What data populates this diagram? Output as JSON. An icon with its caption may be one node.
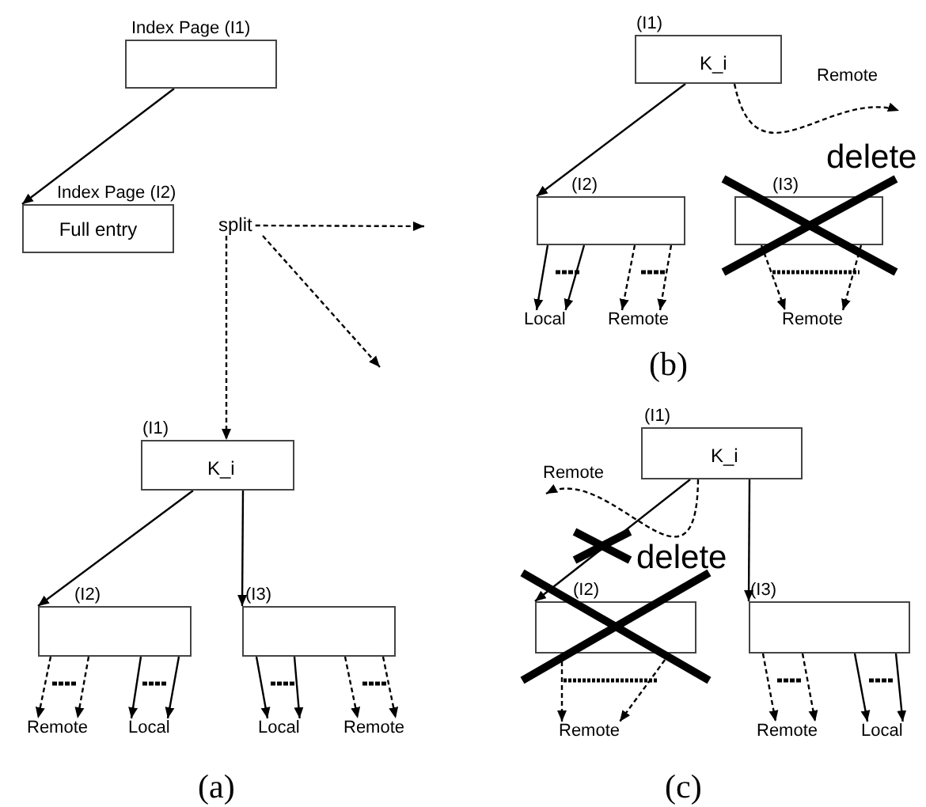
{
  "diagram": {
    "nodes": [
      {
        "text": [
          "Index Page (I1)"
        ]
      },
      {
        "text": [
          "Index Page (I2)",
          "Full entry"
        ]
      },
      {
        "text": [
          "split"
        ]
      },
      {
        "text": [
          "(I1)",
          "K_i"
        ]
      },
      {
        "text": [
          "(I2)"
        ]
      },
      {
        "text": [
          "(I3)"
        ]
      },
      {
        "text": [
          "Local"
        ]
      },
      {
        "text": [
          "Remote"
        ]
      },
      {
        "text": [
          "Remote"
        ]
      },
      {
        "text": [
          "(I1)",
          "K_i"
        ]
      },
      {
        "text": [
          "(I2)"
        ]
      },
      {
        "text": [
          "(I3)"
        ]
      },
      {
        "text": [
          "Remote"
        ]
      },
      {
        "text": [
          "Local"
        ]
      },
      {
        "text": [
          "Local"
        ]
      },
      {
        "text": [
          "Remote"
        ]
      },
      {
        "text": [
          "(I1)",
          "K_i"
        ]
      },
      {
        "text": [
          "(I2)"
        ]
      },
      {
        "text": [
          "(I3)"
        ]
      },
      {
        "text": [
          "Remote"
        ]
      },
      {
        "text": [
          "Remote"
        ]
      },
      {
        "text": [
          "Local"
        ]
      }
    ],
    "edges": [
      {
        "from": 0,
        "to": 1,
        "arrow": "to"
      },
      {
        "from": 2,
        "to": null,
        "arrow": "to",
        "style": "dashed"
      },
      {
        "from": 2,
        "to": 9,
        "arrow": "to",
        "style": "dashed"
      },
      {
        "from": 2,
        "to": null,
        "arrow": "to",
        "style": "dashed"
      },
      {
        "from": 3,
        "to": 4,
        "arrow": "to"
      },
      {
        "from": 3,
        "to": null,
        "arrow": "to",
        "style": "dashed",
        "label": "Remote"
      },
      {
        "from": 4,
        "to": 6,
        "arrow": "to"
      },
      {
        "from": 4,
        "to": 6,
        "arrow": "to"
      },
      {
        "from": 4,
        "to": 7,
        "arrow": "to",
        "style": "dashed"
      },
      {
        "from": 4,
        "to": 7,
        "arrow": "to",
        "style": "dashed"
      },
      {
        "from": 5,
        "to": 8,
        "arrow": "to",
        "style": "dashed"
      },
      {
        "from": 5,
        "to": 8,
        "arrow": "to",
        "style": "dashed"
      },
      {
        "from": 9,
        "to": 10,
        "arrow": "to"
      },
      {
        "from": 9,
        "to": 11,
        "arrow": "to"
      },
      {
        "from": 10,
        "to": 12,
        "arrow": "to",
        "style": "dashed"
      },
      {
        "from": 10,
        "to": 12,
        "arrow": "to",
        "style": "dashed"
      },
      {
        "from": 10,
        "to": 13,
        "arrow": "to"
      },
      {
        "from": 10,
        "to": 13,
        "arrow": "to"
      },
      {
        "from": 11,
        "to": 14,
        "arrow": "to"
      },
      {
        "from": 11,
        "to": 14,
        "arrow": "to"
      },
      {
        "from": 11,
        "to": 15,
        "arrow": "to",
        "style": "dashed"
      },
      {
        "from": 11,
        "to": 15,
        "arrow": "to",
        "style": "dashed"
      },
      {
        "from": 16,
        "to": null,
        "arrow": "to",
        "style": "dashed",
        "label": "Remote"
      },
      {
        "from": 16,
        "to": 17,
        "arrow": "to"
      },
      {
        "from": 16,
        "to": 18,
        "arrow": "to"
      },
      {
        "from": 17,
        "to": 19,
        "arrow": "to",
        "style": "dashed"
      },
      {
        "from": 17,
        "to": 19,
        "arrow": "to",
        "style": "dashed"
      },
      {
        "from": 18,
        "to": 20,
        "arrow": "to",
        "style": "dashed"
      },
      {
        "from": 18,
        "to": 20,
        "arrow": "to",
        "style": "dashed"
      },
      {
        "from": 18,
        "to": 21,
        "arrow": "to"
      },
      {
        "from": 18,
        "to": 21,
        "arrow": "to"
      }
    ],
    "labels": [
      "delete",
      "(b)",
      "delete",
      "(a)",
      "(c)"
    ]
  }
}
